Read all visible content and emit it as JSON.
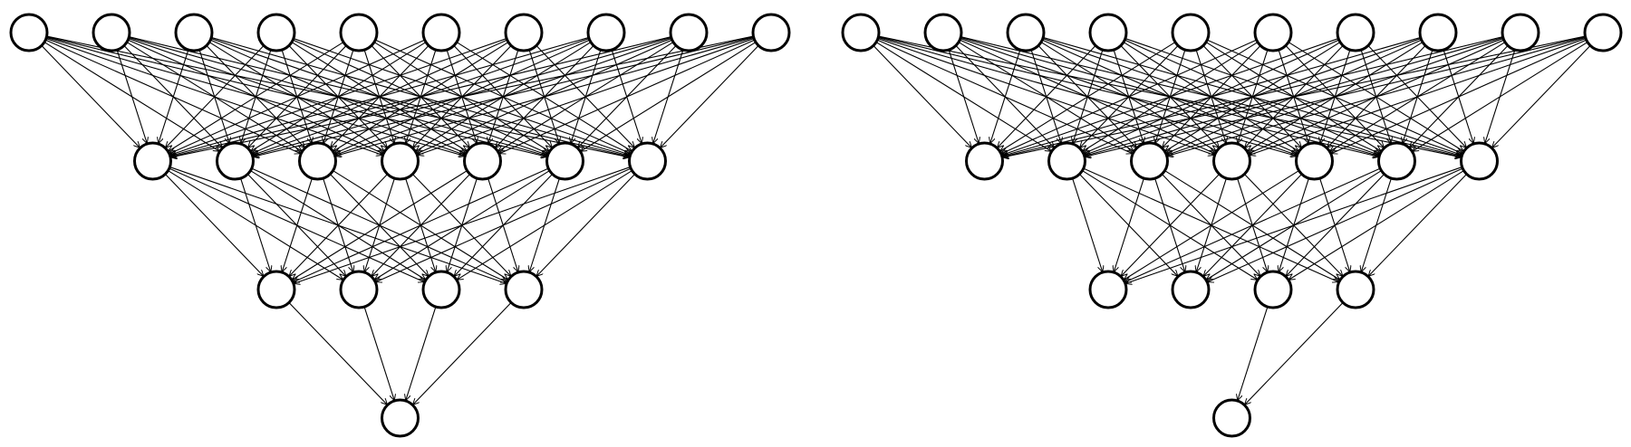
{
  "diagram": {
    "kind": "feedforward-neural-network",
    "colors": {
      "node_fill": "#ffffff",
      "stroke": "#000000",
      "background": "#ffffff"
    },
    "networks": [
      {
        "name": "fully-connected-network",
        "layer_sizes": [
          10,
          7,
          4,
          1
        ],
        "edges": [
          {
            "from_layer": 0,
            "to_layer": 1,
            "pattern": "all"
          },
          {
            "from_layer": 1,
            "to_layer": 2,
            "pattern": "all"
          },
          {
            "from_layer": 2,
            "to_layer": 3,
            "pattern": "all"
          }
        ]
      },
      {
        "name": "partially-connected-network",
        "layer_sizes": [
          10,
          7,
          4,
          1
        ],
        "edges": [
          {
            "from_layer": 0,
            "to_layer": 1,
            "pattern": "all"
          },
          {
            "from_layer": 1,
            "to_layer": 2,
            "pattern": "subset",
            "pairs": [
              [
                1,
                0
              ],
              [
                1,
                1
              ],
              [
                1,
                2
              ],
              [
                1,
                3
              ],
              [
                2,
                0
              ],
              [
                2,
                1
              ],
              [
                2,
                2
              ],
              [
                2,
                3
              ],
              [
                3,
                0
              ],
              [
                3,
                1
              ],
              [
                3,
                2
              ],
              [
                3,
                3
              ],
              [
                4,
                0
              ],
              [
                4,
                1
              ],
              [
                4,
                2
              ],
              [
                4,
                3
              ],
              [
                5,
                0
              ],
              [
                5,
                1
              ],
              [
                5,
                2
              ],
              [
                5,
                3
              ],
              [
                6,
                0
              ],
              [
                6,
                1
              ],
              [
                6,
                2
              ],
              [
                6,
                3
              ]
            ]
          },
          {
            "from_layer": 2,
            "to_layer": 3,
            "pattern": "subset",
            "pairs": [
              [
                2,
                0
              ],
              [
                3,
                0
              ]
            ]
          }
        ]
      }
    ]
  }
}
